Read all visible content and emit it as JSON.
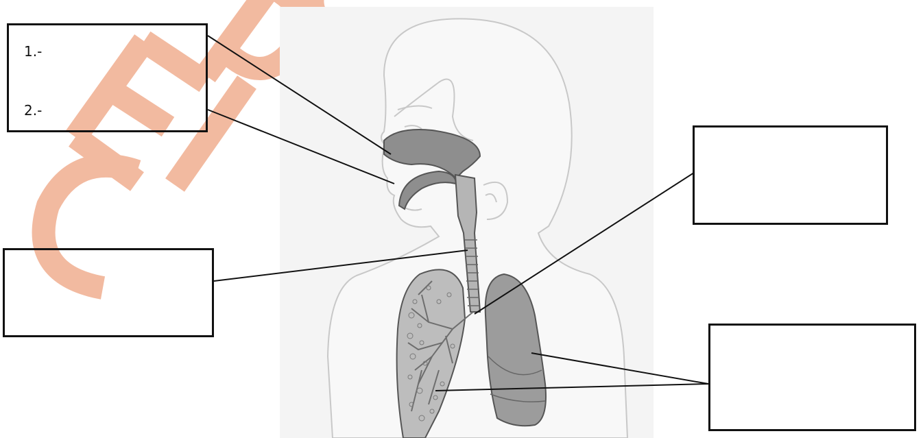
{
  "watermark": {
    "text": "CEIP C",
    "color": "#f2baa0"
  },
  "label_boxes": {
    "mouth_nose": {
      "line_1": "1.-",
      "line_2": "2.-"
    },
    "trachea": "",
    "bronchi": "",
    "lungs": ""
  },
  "colors": {
    "outline": "#111111",
    "organ_dark": "#8e8e8e",
    "organ_mid": "#a9a9a9",
    "body_outline": "#c8c8c8"
  }
}
